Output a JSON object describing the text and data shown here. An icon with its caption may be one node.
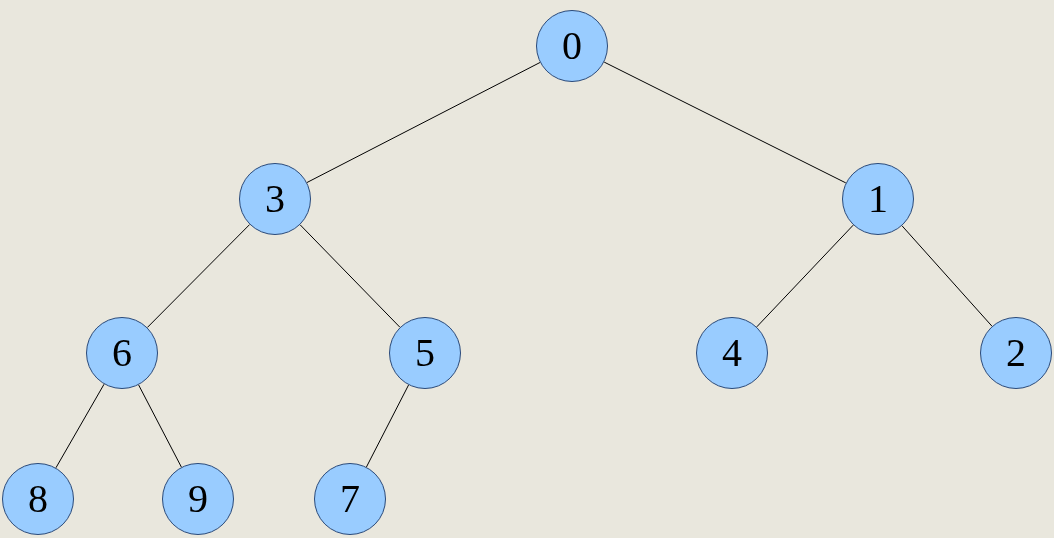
{
  "diagram": {
    "nodes": [
      {
        "text": [
          "0"
        ]
      },
      {
        "text": [
          "3"
        ]
      },
      {
        "text": [
          "1"
        ]
      },
      {
        "text": [
          "6"
        ]
      },
      {
        "text": [
          "5"
        ]
      },
      {
        "text": [
          "4"
        ]
      },
      {
        "text": [
          "2"
        ]
      },
      {
        "text": [
          "8"
        ]
      },
      {
        "text": [
          "9"
        ]
      },
      {
        "text": [
          "7"
        ]
      }
    ],
    "edges": [
      {
        "from": 0,
        "to": 1,
        "arrow": "none"
      },
      {
        "from": 0,
        "to": 2,
        "arrow": "none"
      },
      {
        "from": 1,
        "to": 3,
        "arrow": "none"
      },
      {
        "from": 1,
        "to": 4,
        "arrow": "none"
      },
      {
        "from": 2,
        "to": 5,
        "arrow": "none"
      },
      {
        "from": 2,
        "to": 6,
        "arrow": "none"
      },
      {
        "from": 3,
        "to": 7,
        "arrow": "none"
      },
      {
        "from": 3,
        "to": 8,
        "arrow": "none"
      },
      {
        "from": 4,
        "to": 9,
        "arrow": "none"
      }
    ]
  }
}
